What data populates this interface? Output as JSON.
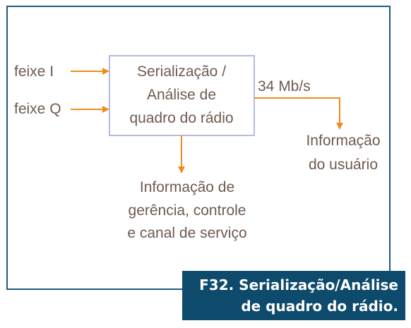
{
  "diagram": {
    "inputs": [
      "feixe I",
      "feixe Q"
    ],
    "block_lines": [
      "Serialização /",
      "Análise de",
      "quadro do rádio"
    ],
    "rate_label": "34 Mb/s",
    "user_output_lines": [
      "Informação",
      "do usuário"
    ],
    "mgmt_output_lines": [
      "Informação de",
      "gerência, controle",
      "e canal de serviço"
    ]
  },
  "caption": {
    "line1": "F32. Serialização/Análise",
    "line2": "de quadro do rádio."
  },
  "colors": {
    "arrow": "#f08c1e",
    "block_border": "#9aa6d8",
    "text": "#6e5a50",
    "frame": "#1f5a7a",
    "caption_bg": "#0d4a6b"
  }
}
